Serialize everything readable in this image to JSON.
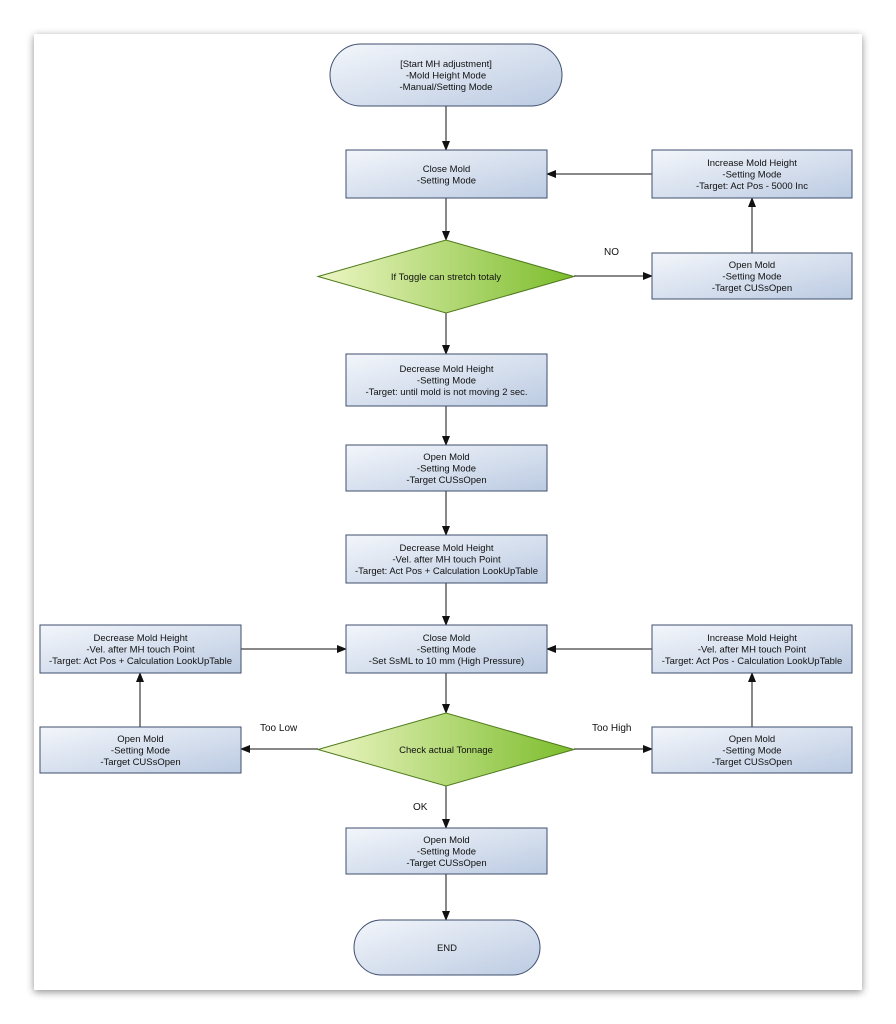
{
  "colors": {
    "page_bg": "#ffffff",
    "canvas_bg": "#ffffff",
    "box_fill_light": "#f3f6fb",
    "box_fill_dark": "#bccbe2",
    "box_stroke": "#3f4f6e",
    "decision_fill_light": "#edf6c4",
    "decision_fill_dark": "#7cbd2c",
    "decision_stroke": "#4e7a1c",
    "arrow": "#111111"
  },
  "nodes": {
    "start": [
      "[Start MH adjustment]",
      "-Mold Height Mode",
      "-Manual/Setting Mode"
    ],
    "close_mold_1": [
      "Close Mold",
      "-Setting Mode"
    ],
    "increase_mh_1": [
      "Increase Mold Height",
      "-Setting Mode",
      "-Target: Act Pos - 5000 Inc"
    ],
    "decision_toggle": [
      "If Toggle can stretch totaly"
    ],
    "open_mold_r1": [
      "Open Mold",
      "-Setting Mode",
      "-Target CUSsOpen"
    ],
    "decrease_mh_1": [
      "Decrease Mold Height",
      "-Setting Mode",
      "-Target: until mold is not moving 2 sec."
    ],
    "open_mold_2": [
      "Open Mold",
      "-Setting Mode",
      "-Target CUSsOpen"
    ],
    "decrease_mh_2": [
      "Decrease Mold Height",
      "-Vel. after MH touch Point",
      "-Target: Act Pos + Calculation LookUpTable"
    ],
    "close_mold_2": [
      "Close Mold",
      "-Setting Mode",
      "-Set SsML to 10 mm (High Pressure)"
    ],
    "decrease_mh_left": [
      "Decrease Mold Height",
      "-Vel. after MH touch Point",
      "-Target: Act Pos + Calculation LookUpTable"
    ],
    "increase_mh_right": [
      "Increase Mold Height",
      "-Vel. after MH touch Point",
      "-Target: Act Pos - Calculation LookUpTable"
    ],
    "decision_tonnage": [
      "Check actual Tonnage"
    ],
    "open_mold_left": [
      "Open Mold",
      "-Setting Mode",
      "-Target CUSsOpen"
    ],
    "open_mold_right": [
      "Open Mold",
      "-Setting Mode",
      "-Target CUSsOpen"
    ],
    "open_mold_final": [
      "Open Mold",
      "-Setting Mode",
      "-Target CUSsOpen"
    ],
    "end": [
      "END"
    ]
  },
  "edge_labels": {
    "no": "NO",
    "too_low": "Too Low",
    "too_high": "Too High",
    "ok": "OK"
  }
}
